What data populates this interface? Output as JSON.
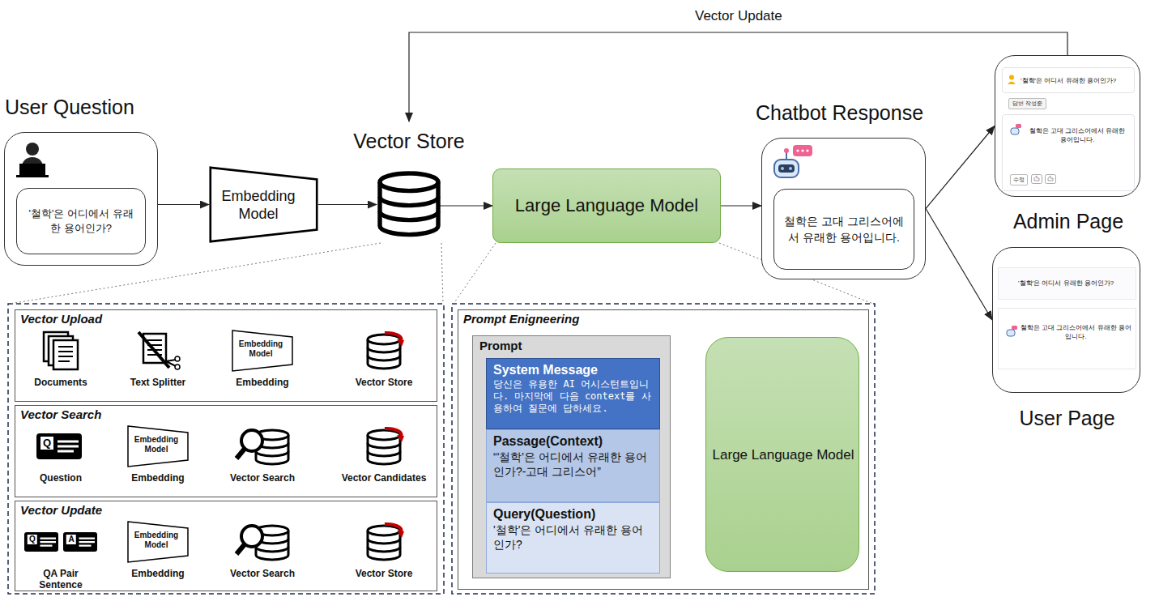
{
  "diagram": {
    "nodes": [
      {
        "text": [
          "User Question",
          "'철학'은 어디에서 유래한 용어인가?"
        ]
      },
      {
        "text": [
          "Embedding Model"
        ]
      },
      {
        "text": [
          "Vector Store"
        ]
      },
      {
        "text": [
          "Large Language Model"
        ]
      },
      {
        "text": [
          "Chatbot Response",
          "철학은 고대 그리스어에서 유래한 용어입니다."
        ]
      },
      {
        "text": [
          "'철학'은 어디서 유래한 용어인가?",
          "답변 작성중",
          "철학은 고대 그리스어에서 유래한 용어입니다.",
          "수정",
          "Admin Page"
        ]
      },
      {
        "text": [
          "'철학'은 어디서 유래한 용어인가?",
          "철학은 고대 그리스어에서 유래한 용어입니다.",
          "User Page"
        ]
      },
      {
        "text": [
          "Vector Upload"
        ]
      },
      {
        "text": [
          "Documents"
        ],
        "in": 7
      },
      {
        "text": [
          "Text Splitter"
        ],
        "in": 7
      },
      {
        "text": [
          "Embedding Model",
          "Embedding"
        ],
        "in": 7
      },
      {
        "text": [
          "Vector Store"
        ],
        "in": 7
      },
      {
        "text": [
          "Vector Search"
        ]
      },
      {
        "text": [
          "Question"
        ],
        "in": 12
      },
      {
        "text": [
          "Embedding Model",
          "Embedding"
        ],
        "in": 12
      },
      {
        "text": [
          "Vector Search"
        ],
        "in": 12
      },
      {
        "text": [
          "Vector Candidates"
        ],
        "in": 12
      },
      {
        "text": [
          "Vector Update"
        ]
      },
      {
        "text": [
          "QA Pair Sentence"
        ],
        "in": 17
      },
      {
        "text": [
          "Embedding Model",
          "Embedding"
        ],
        "in": 17
      },
      {
        "text": [
          "Vector Search"
        ],
        "in": 17
      },
      {
        "text": [
          "Vector Store"
        ],
        "in": 17
      },
      {
        "text": [
          "Prompt Enigneering"
        ]
      },
      {
        "text": [
          "Prompt"
        ],
        "in": 22
      },
      {
        "text": [
          "System Message",
          "당신은 유용한 AI 어시스턴트입니다. 마지막에 다음 context를 사용하여 질문에 답하세요."
        ],
        "in": 23
      },
      {
        "text": [
          "Passage(Context)",
          "“'철학'은 어디에서 유래한 용어인가?-고대 그리스어”"
        ],
        "in": 23
      },
      {
        "text": [
          "Query(Question)",
          "'철학'은 어디에서 유래한 용어인가?"
        ],
        "in": 23
      },
      {
        "text": [
          "Large Language Model"
        ],
        "in": 22
      }
    ],
    "edges": [
      {
        "from": 0,
        "to": 1,
        "arrow": "to"
      },
      {
        "from": 1,
        "to": 2,
        "arrow": "to"
      },
      {
        "from": 2,
        "to": 3,
        "arrow": "to"
      },
      {
        "from": 3,
        "to": 4,
        "arrow": "to"
      },
      {
        "from": 4,
        "to": 5,
        "arrow": "to"
      },
      {
        "from": 4,
        "to": 6,
        "arrow": "to"
      },
      {
        "from": 5,
        "to": 2,
        "arrow": "to",
        "label": "Vector Update"
      },
      {
        "from": 8,
        "to": 9,
        "arrow": "to"
      },
      {
        "from": 9,
        "to": 10,
        "arrow": "to"
      },
      {
        "from": 10,
        "to": 11,
        "arrow": "to"
      },
      {
        "from": 13,
        "to": 14,
        "arrow": "to"
      },
      {
        "from": 14,
        "to": 15,
        "arrow": "to"
      },
      {
        "from": 15,
        "to": 16,
        "arrow": "to"
      },
      {
        "from": 18,
        "to": 19,
        "arrow": "to"
      },
      {
        "from": 19,
        "to": 20,
        "arrow": "to"
      },
      {
        "from": 20,
        "to": 21,
        "arrow": "to"
      },
      {
        "from": 23,
        "to": 27,
        "arrow": "to"
      }
    ],
    "labels": [
      "Q",
      "Q",
      "A"
    ]
  }
}
